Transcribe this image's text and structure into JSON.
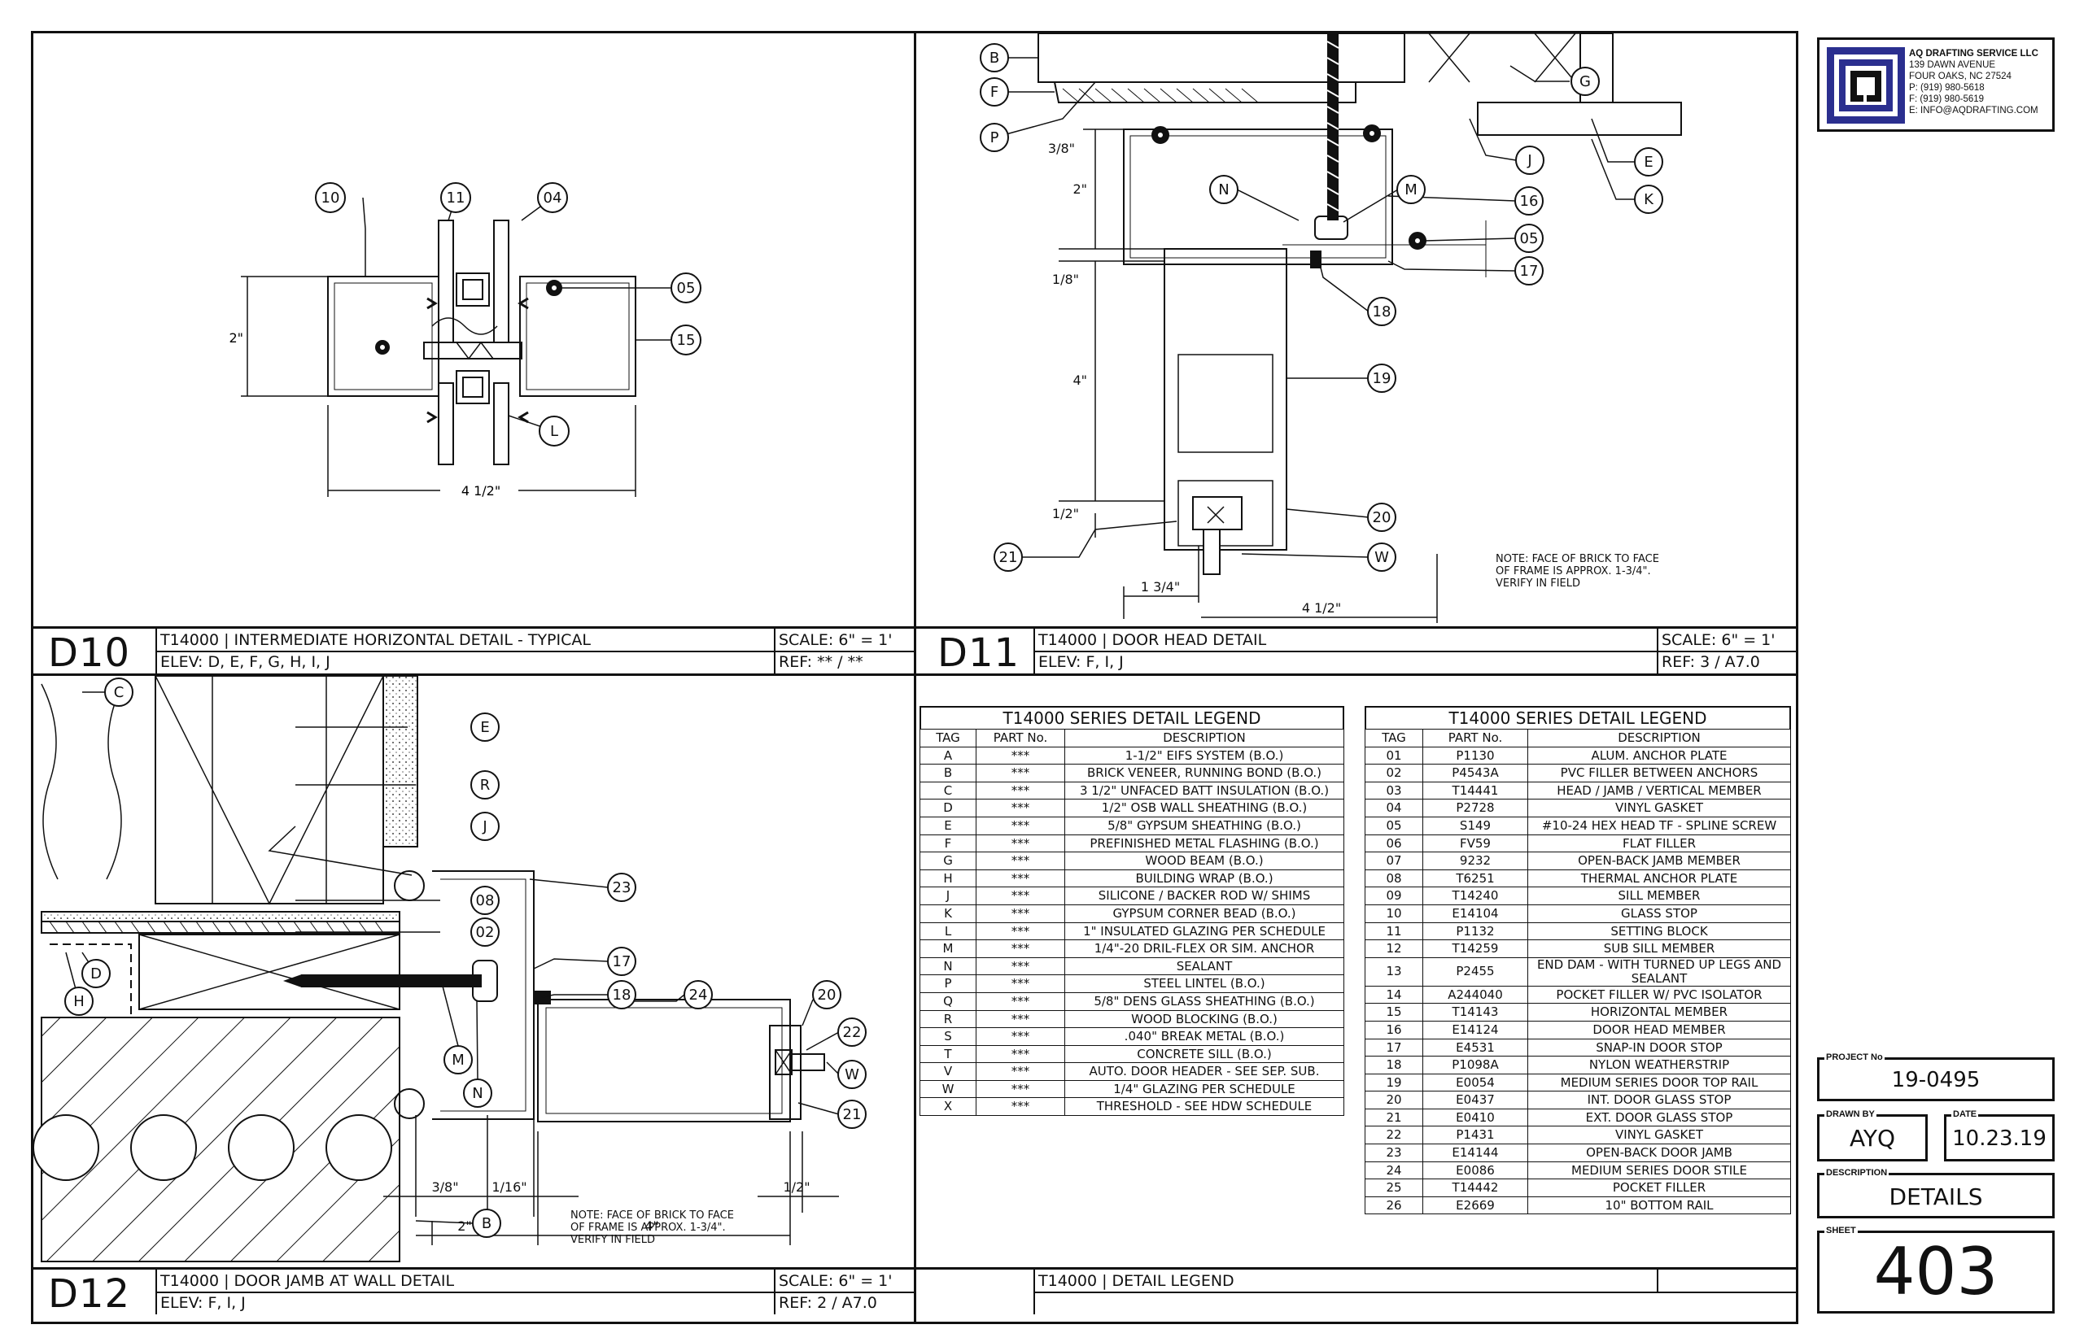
{
  "company": {
    "name": "AQ DRAFTING SERVICE LLC",
    "address1": "139 DAWN AVENUE",
    "address2": "FOUR OAKS, NC  27524",
    "phone": "P: (919) 980-5618",
    "fax": "F: (919) 980-5619",
    "email": "E: INFO@AQDRAFTING.COM"
  },
  "titleblock": {
    "project_label": "PROJECT No",
    "project_no": "19-0495",
    "drawn_label": "DRAWN BY",
    "drawn_by": "AYQ",
    "date_label": "DATE",
    "date": "10.23.19",
    "description_label": "DESCRIPTION",
    "description": "DETAILS",
    "sheet_label": "SHEET",
    "sheet": "403"
  },
  "details": {
    "d10": {
      "id": "D10",
      "title": "T14000  |  INTERMEDIATE HORIZONTAL DETAIL - TYPICAL",
      "elev": "ELEV: D, E, F, G, H, I, J",
      "scale": "SCALE: 6\" = 1'",
      "ref": "REF: ** / **",
      "dims": {
        "height": "2\"",
        "width": "4 1/2\""
      },
      "tags": [
        "10",
        "11",
        "04",
        "05",
        "15",
        "L"
      ]
    },
    "d11": {
      "id": "D11",
      "title": "T14000  |  DOOR HEAD DETAIL",
      "elev": "ELEV: F, I, J",
      "scale": "SCALE: 6\" = 1'",
      "ref": "REF: 3 / A7.0",
      "dims": {
        "d1": "3/8\"",
        "d2": "2\"",
        "d3": "1/8\"",
        "d4": "4\"",
        "d5": "1/2\"",
        "d6": "1 3/4\"",
        "d7": "4 1/2\""
      },
      "tags": [
        "B",
        "F",
        "P",
        "G",
        "J",
        "E",
        "K",
        "N",
        "M",
        "16",
        "05",
        "17",
        "18",
        "19",
        "20",
        "W",
        "21"
      ],
      "note": [
        "NOTE: FACE OF BRICK TO FACE",
        "OF FRAME IS APPROX. 1-3/4\".",
        "VERIFY IN FIELD"
      ]
    },
    "d12": {
      "id": "D12",
      "title": "T14000  |  DOOR JAMB AT WALL DETAIL",
      "elev": "ELEV: F, I, J",
      "scale": "SCALE: 6\" = 1'",
      "ref": "REF: 2 / A7.0",
      "dims": {
        "d1": "3/8\"",
        "d2": "1/16\"",
        "d3": "2\"",
        "d4": "4\"",
        "d5": "1/2\""
      },
      "tags": [
        "C",
        "E",
        "R",
        "J",
        "08",
        "02",
        "23",
        "D",
        "H",
        "17",
        "18",
        "24",
        "20",
        "22",
        "M",
        "W",
        "N",
        "21",
        "B"
      ],
      "note": [
        "NOTE: FACE OF BRICK TO FACE",
        "OF FRAME IS APPROX. 1-3/4\".",
        "VERIFY IN FIELD"
      ]
    },
    "legend": {
      "title": "T14000  |  DETAIL LEGEND"
    }
  },
  "legend_headers": [
    "TAG",
    "PART No.",
    "DESCRIPTION"
  ],
  "legend_left": {
    "title": "T14000 SERIES DETAIL LEGEND",
    "rows": [
      [
        "A",
        "***",
        "1-1/2\" EIFS SYSTEM (B.O.)"
      ],
      [
        "B",
        "***",
        "BRICK VENEER, RUNNING BOND (B.O.)"
      ],
      [
        "C",
        "***",
        "3 1/2\" UNFACED BATT INSULATION (B.O.)"
      ],
      [
        "D",
        "***",
        "1/2\" OSB WALL SHEATHING (B.O.)"
      ],
      [
        "E",
        "***",
        "5/8\" GYPSUM SHEATHING (B.O.)"
      ],
      [
        "F",
        "***",
        "PREFINISHED METAL FLASHING (B.O.)"
      ],
      [
        "G",
        "***",
        "WOOD BEAM (B.O.)"
      ],
      [
        "H",
        "***",
        "BUILDING WRAP (B.O.)"
      ],
      [
        "J",
        "***",
        "SILICONE / BACKER ROD W/ SHIMS"
      ],
      [
        "K",
        "***",
        "GYPSUM CORNER BEAD (B.O.)"
      ],
      [
        "L",
        "***",
        "1\" INSULATED GLAZING PER SCHEDULE"
      ],
      [
        "M",
        "***",
        "1/4\"-20 DRIL-FLEX OR SIM. ANCHOR"
      ],
      [
        "N",
        "***",
        "SEALANT"
      ],
      [
        "P",
        "***",
        "STEEL LINTEL (B.O.)"
      ],
      [
        "Q",
        "***",
        "5/8\" DENS GLASS SHEATHING (B.O.)"
      ],
      [
        "R",
        "***",
        "WOOD BLOCKING (B.O.)"
      ],
      [
        "S",
        "***",
        ".040\" BREAK METAL (B.O.)"
      ],
      [
        "T",
        "***",
        "CONCRETE SILL (B.O.)"
      ],
      [
        "V",
        "***",
        "AUTO. DOOR HEADER - SEE SEP. SUB."
      ],
      [
        "W",
        "***",
        "1/4\" GLAZING PER SCHEDULE"
      ],
      [
        "X",
        "***",
        "THRESHOLD - SEE HDW SCHEDULE"
      ]
    ]
  },
  "legend_right": {
    "title": "T14000 SERIES DETAIL LEGEND",
    "rows": [
      [
        "01",
        "P1130",
        "ALUM. ANCHOR PLATE"
      ],
      [
        "02",
        "P4543A",
        "PVC FILLER BETWEEN ANCHORS"
      ],
      [
        "03",
        "T14441",
        "HEAD / JAMB / VERTICAL MEMBER"
      ],
      [
        "04",
        "P2728",
        "VINYL GASKET"
      ],
      [
        "05",
        "S149",
        "#10-24 HEX HEAD TF - SPLINE SCREW"
      ],
      [
        "06",
        "FV59",
        "FLAT FILLER"
      ],
      [
        "07",
        "9232",
        "OPEN-BACK JAMB MEMBER"
      ],
      [
        "08",
        "T6251",
        "THERMAL ANCHOR PLATE"
      ],
      [
        "09",
        "T14240",
        "SILL MEMBER"
      ],
      [
        "10",
        "E14104",
        "GLASS STOP"
      ],
      [
        "11",
        "P1132",
        "SETTING BLOCK"
      ],
      [
        "12",
        "T14259",
        "SUB SILL MEMBER"
      ],
      [
        "13",
        "P2455",
        "END DAM - WITH TURNED UP LEGS AND SEALANT"
      ],
      [
        "14",
        "A244040",
        "POCKET FILLER W/ PVC ISOLATOR"
      ],
      [
        "15",
        "T14143",
        "HORIZONTAL MEMBER"
      ],
      [
        "16",
        "E14124",
        "DOOR HEAD MEMBER"
      ],
      [
        "17",
        "E4531",
        "SNAP-IN DOOR STOP"
      ],
      [
        "18",
        "P1098A",
        "NYLON WEATHERSTRIP"
      ],
      [
        "19",
        "E0054",
        "MEDIUM SERIES DOOR TOP RAIL"
      ],
      [
        "20",
        "E0437",
        "INT. DOOR GLASS STOP"
      ],
      [
        "21",
        "E0410",
        "EXT. DOOR GLASS STOP"
      ],
      [
        "22",
        "P1431",
        "VINYL GASKET"
      ],
      [
        "23",
        "E14144",
        "OPEN-BACK DOOR JAMB"
      ],
      [
        "24",
        "E0086",
        "MEDIUM SERIES DOOR STILE"
      ],
      [
        "25",
        "T14442",
        "POCKET FILLER"
      ],
      [
        "26",
        "E2669",
        "10\" BOTTOM  RAIL"
      ]
    ]
  }
}
